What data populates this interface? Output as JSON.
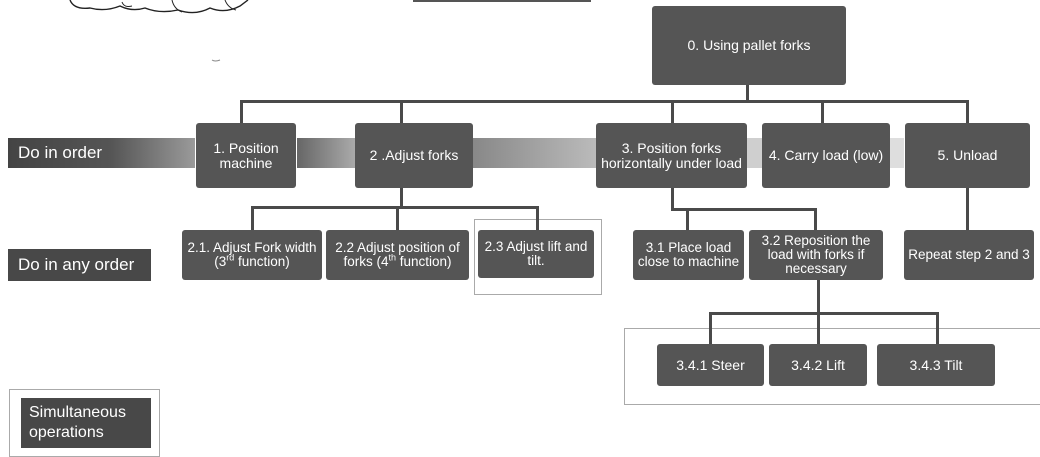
{
  "rows": {
    "do_in_order": "Do in order",
    "do_in_any_order": "Do in any order",
    "simultaneous": "Simultaneous operations"
  },
  "nodes": {
    "root": "0. Using pallet forks",
    "n1": "1. Position machine",
    "n2": "2 .Adjust forks",
    "n3": "3. Position forks horizontally  under load",
    "n4": "4. Carry load (low)",
    "n5": "5. Unload",
    "n21_a": "2.1. Adjust Fork width (3",
    "n21_sup": "rd",
    "n21_b": " function)",
    "n22_a": "2.2 Adjust position of forks (4",
    "n22_sup": "th",
    "n22_b": " function)",
    "n23": "2.3 Adjust lift and tilt.",
    "n31": "3.1 Place load close to machine",
    "n32": "3.2 Reposition the load with forks if necessary",
    "n51": "Repeat step 2 and 3",
    "n341": "3.4.1 Steer",
    "n342": "3.4.2 Lift",
    "n343": "3.4.3 Tilt"
  },
  "colors": {
    "box": "#555555",
    "line": "#4a4a4a",
    "text": "#ffffff"
  }
}
